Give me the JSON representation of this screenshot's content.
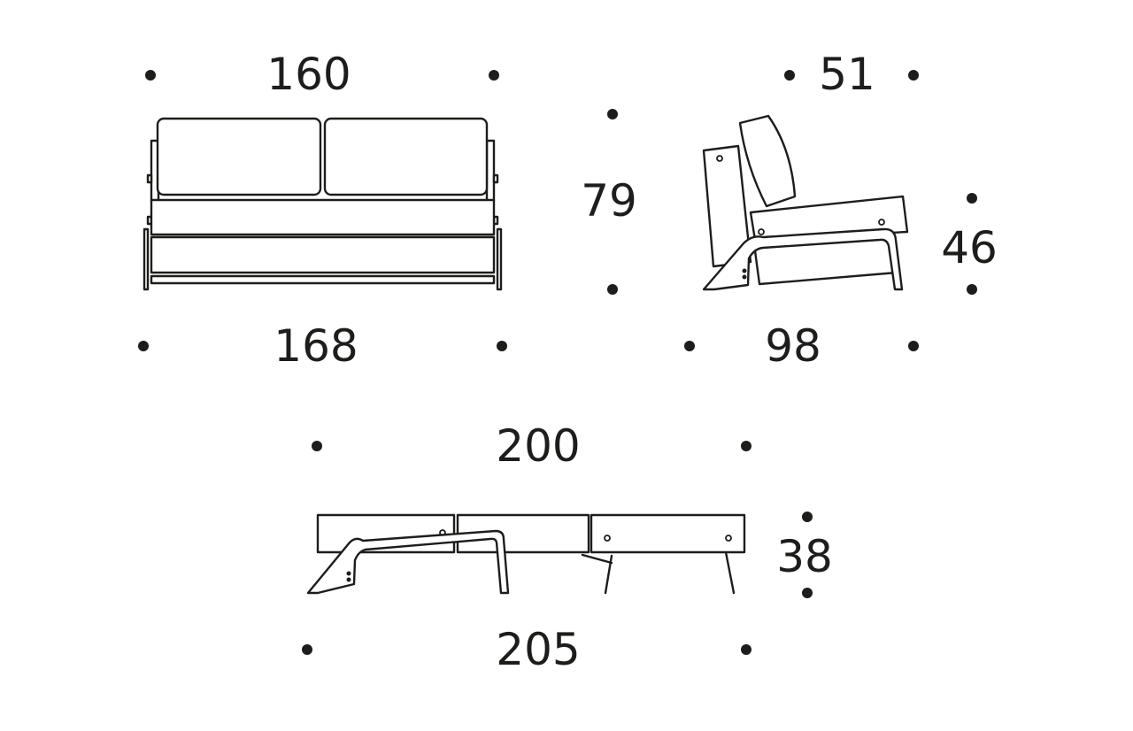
{
  "dimensions": {
    "front_width_top": "160",
    "front_width_bottom": "168",
    "height": "79",
    "side_depth_top": "51",
    "side_depth_bottom": "98",
    "seat_height": "46",
    "bed_length_top": "200",
    "bed_length_bottom": "205",
    "bed_height": "38"
  },
  "colors": {
    "line": "#1d1d1b",
    "background": "#ffffff"
  }
}
